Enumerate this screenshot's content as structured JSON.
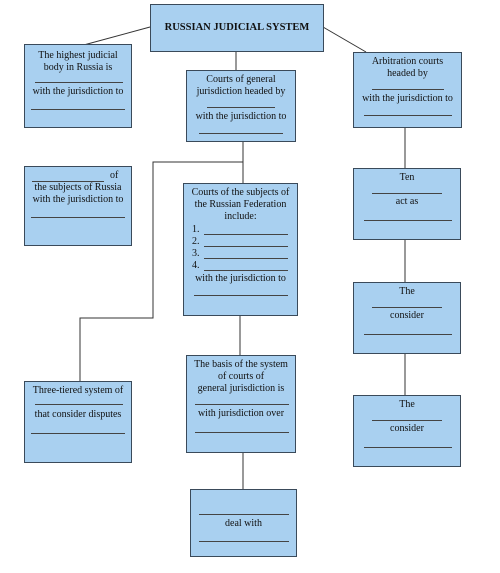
{
  "diagram": {
    "title": "RUSSIAN JUDICIAL SYSTEM",
    "supreme": {
      "line1": "The highest judicial",
      "line2": "body in Russia is",
      "line3": "with the jurisdiction to"
    },
    "general": {
      "line1": "Courts of general",
      "line2": "jurisdiction headed by",
      "line3": "with the jurisdiction to"
    },
    "arbitration": {
      "line1": "Arbitration courts",
      "line2": "headed by",
      "line3": "with the jurisdiction to"
    },
    "subjects_left": {
      "line1": "of",
      "line2": "the subjects of Russia",
      "line3": "with the jurisdiction to"
    },
    "subject_courts": {
      "line1": "Courts of the subjects of",
      "line2": "the Russian Federation",
      "line3": "include:",
      "items": [
        "1.",
        "2.",
        "3.",
        "4."
      ],
      "line4": "with the jurisdiction to"
    },
    "ten": {
      "line1": "Ten",
      "line2": "act as"
    },
    "the_mid": {
      "line1": "The",
      "line2": "consider"
    },
    "the_low": {
      "line1": "The",
      "line2": "consider"
    },
    "three_tier": {
      "line1": "Three-tiered system of",
      "line2": "that consider disputes"
    },
    "basis": {
      "line1": "The basis of the system",
      "line2": "of courts of",
      "line3": "general jurisdiction is",
      "line4": "with jurisdiction over"
    },
    "deal": {
      "line1": "deal with"
    }
  },
  "colors": {
    "box_fill": "#a9d0f0",
    "box_border": "#3a4a5a",
    "line": "#333333"
  }
}
